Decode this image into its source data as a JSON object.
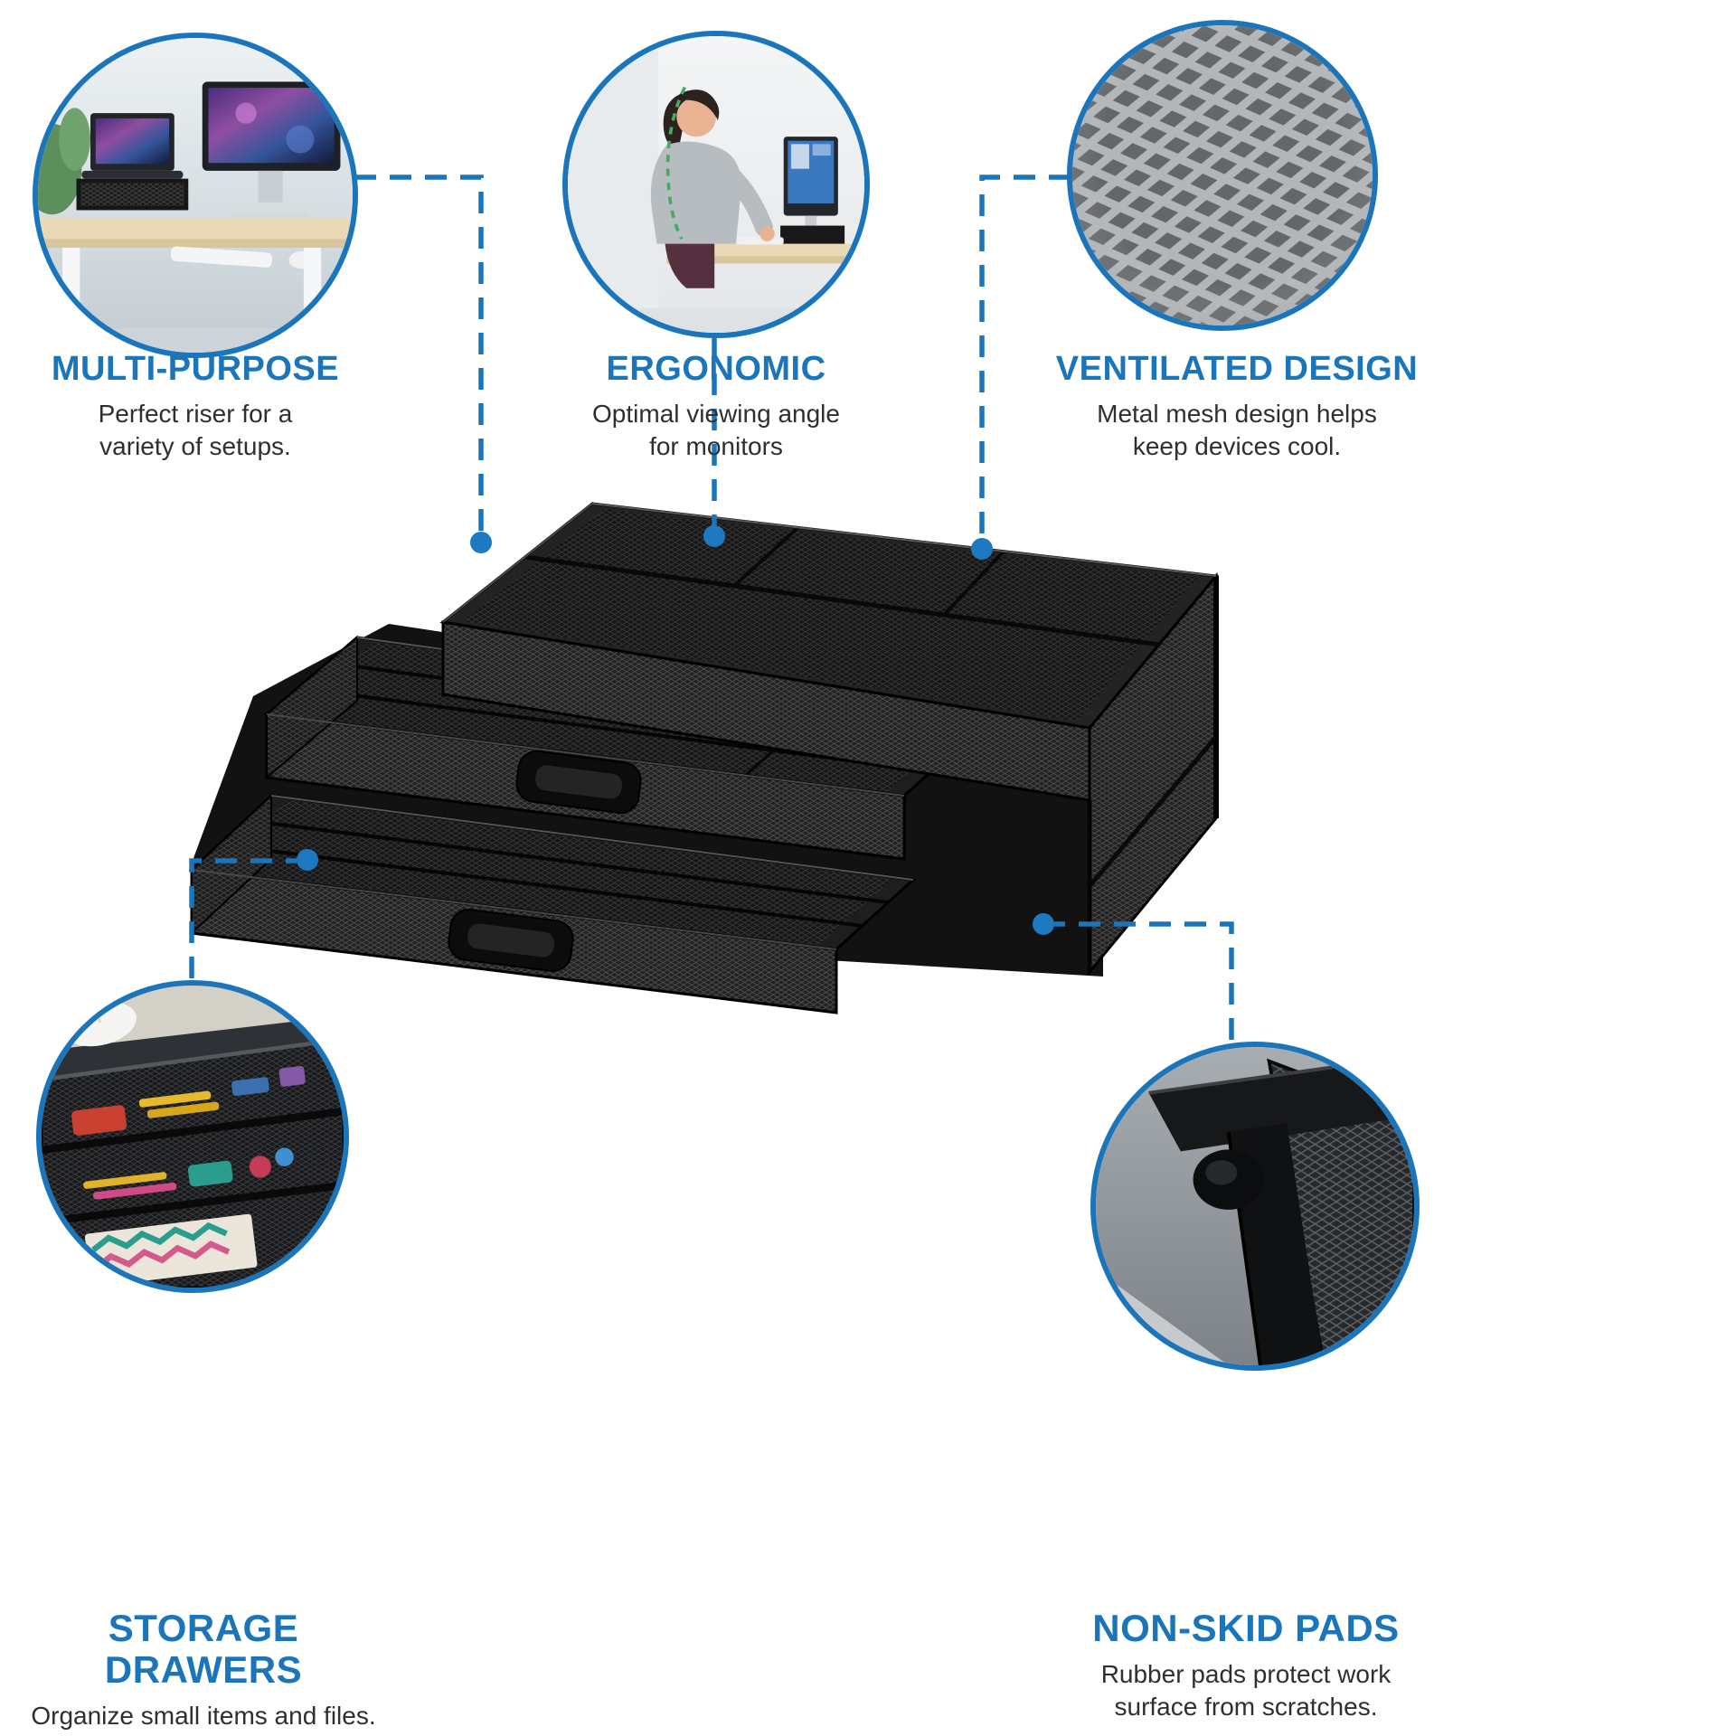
{
  "page": {
    "background": "#ffffff"
  },
  "accent": {
    "blue": "#1b75bb",
    "dot_blue": "#1e79c1",
    "text": "#2f2f2f"
  },
  "product": {
    "name": "metal-mesh-monitor-stand-with-two-drawers",
    "color": "#1c1c1c"
  },
  "features": [
    {
      "id": "multi-purpose",
      "title": "MULTI-PURPOSE",
      "description": "Perfect riser for a\nvariety of setups.",
      "photo": "desk-setup-photo"
    },
    {
      "id": "ergonomic",
      "title": "ERGONOMIC",
      "description": "Optimal viewing angle\nfor monitors",
      "photo": "seated-user-photo"
    },
    {
      "id": "ventilated-design",
      "title": "VENTILATED DESIGN",
      "description": "Metal mesh design helps\nkeep devices cool.",
      "photo": "mesh-closeup-photo"
    },
    {
      "id": "storage-drawers",
      "title": "STORAGE DRAWERS",
      "description": "Organize small items and files.",
      "photo": "drawer-contents-photo"
    },
    {
      "id": "non-skid-pads",
      "title": "NON-SKID PADS",
      "description": "Rubber pads protect work\nsurface from scratches.",
      "photo": "corner-pad-photo"
    }
  ]
}
